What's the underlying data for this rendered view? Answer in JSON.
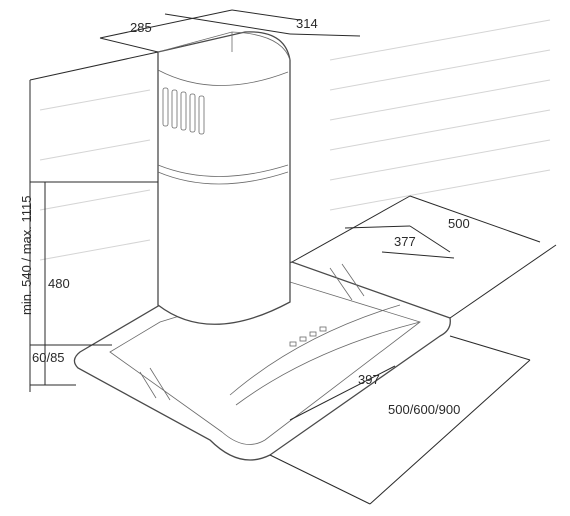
{
  "dimensions": {
    "top_depth": "285",
    "top_width": "314",
    "total_height": "min. 540 / max. 1115",
    "chimney_height": "480",
    "canopy_height": "60/85",
    "glass_width_outer": "500",
    "glass_width_inner": "377",
    "glass_depth": "397",
    "hood_width": "500/600/900"
  }
}
